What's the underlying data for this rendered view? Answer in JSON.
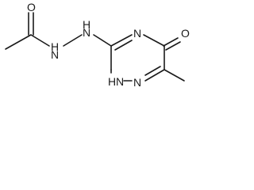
{
  "molecule": {
    "atoms": {
      "carbonyl_oxygen_left": "O",
      "hydrazine_nh_upper": "H",
      "hydrazine_n_upper": "N",
      "hydrazine_nh_lower": "H",
      "hydrazine_n_lower": "N",
      "ring_n4": "N",
      "ring_oxygen": "O",
      "ring_nh_h": "H",
      "ring_nh_n": "N",
      "ring_n1": "N"
    }
  },
  "colors": {
    "ink": "#1a1a1a",
    "background": "#ffffff"
  }
}
